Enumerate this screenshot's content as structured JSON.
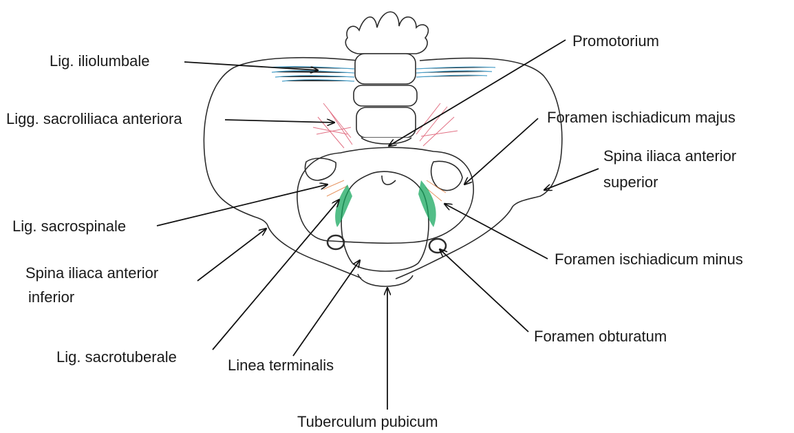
{
  "labels": {
    "lig_iliolumbale": "Lig. iliolumbale",
    "ligg_sacroiliaca": "Ligg. sacroliliaca anteriora",
    "lig_sacrospinale": "Lig. sacrospinale",
    "spina_inf_line1": "Spina iliaca anterior",
    "spina_inf_line2": "inferior",
    "lig_sacrotuberale": "Lig. sacrotuberale",
    "linea_terminalis": "Linea terminalis",
    "tuberculum_pubicum": "Tuberculum pubicum",
    "promotorium": "Promotorium",
    "foramen_majus": "Foramen ischiadicum majus",
    "spina_sup_line1": "Spina iliaca anterior",
    "spina_sup_line2": "superior",
    "foramen_minus": "Foramen ischiadicum minus",
    "foramen_obturatum": "Foramen obturatum"
  },
  "colors": {
    "outline": "#2b2b2b",
    "ligament_blue": "#2a8fc0",
    "ligament_red": "#d8405a",
    "ligament_orange": "#e07a3a",
    "ligament_green": "#1aa860",
    "arrow": "#111111"
  }
}
